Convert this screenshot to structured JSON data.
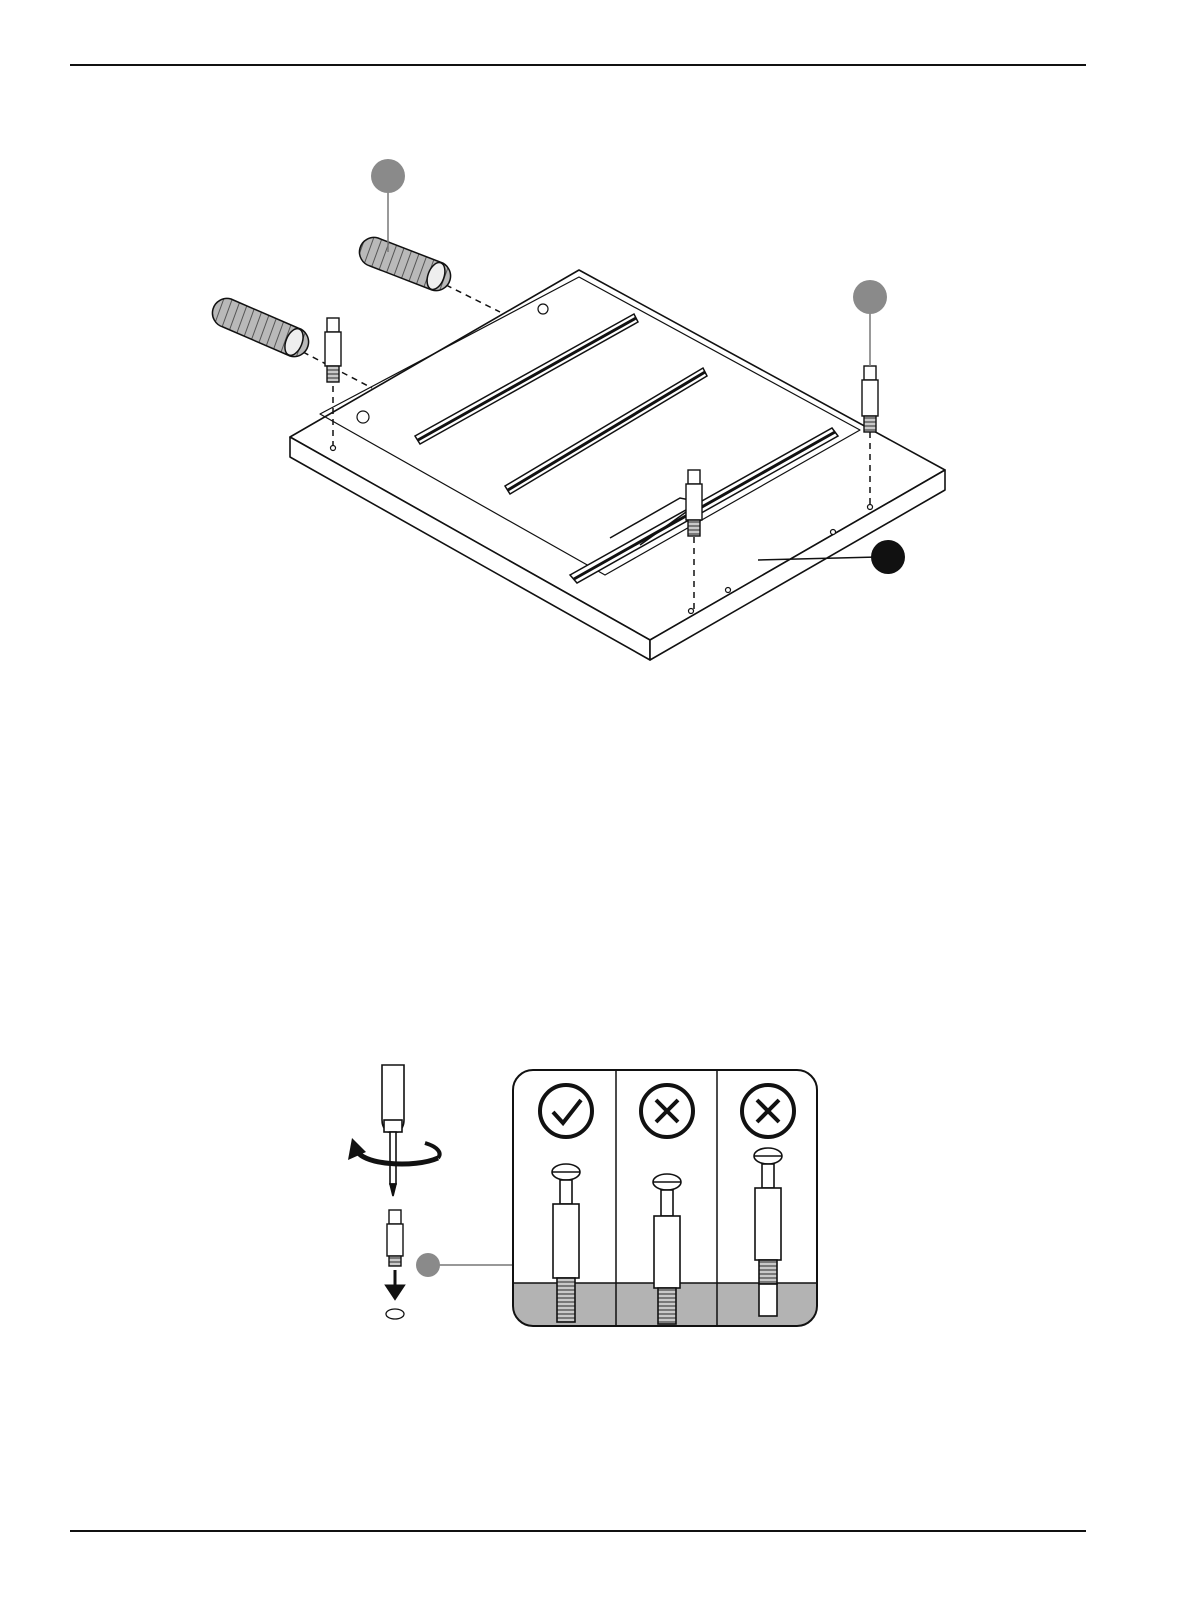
{
  "page": {
    "background": "#ffffff",
    "line_color": "#111111",
    "callout_grey": "#8a8a8a",
    "callout_black": "#111111",
    "material_grey": "#b3b3b3"
  },
  "assembly": {
    "callouts": [
      {
        "name": "dowel-callout",
        "color": "grey"
      },
      {
        "name": "cam-bolt-callout",
        "color": "grey"
      },
      {
        "name": "panel-callout",
        "color": "black"
      }
    ]
  },
  "install_detail": {
    "icons": [
      "screwdriver-icon",
      "rotate-arrow-icon",
      "down-arrow-icon"
    ],
    "callout": {
      "name": "cam-bolt-callout",
      "color": "grey"
    },
    "panels": [
      {
        "verdict": "correct",
        "icon": "check-circle-icon"
      },
      {
        "verdict": "incorrect",
        "icon": "x-circle-icon"
      },
      {
        "verdict": "incorrect",
        "icon": "x-circle-icon"
      }
    ]
  }
}
